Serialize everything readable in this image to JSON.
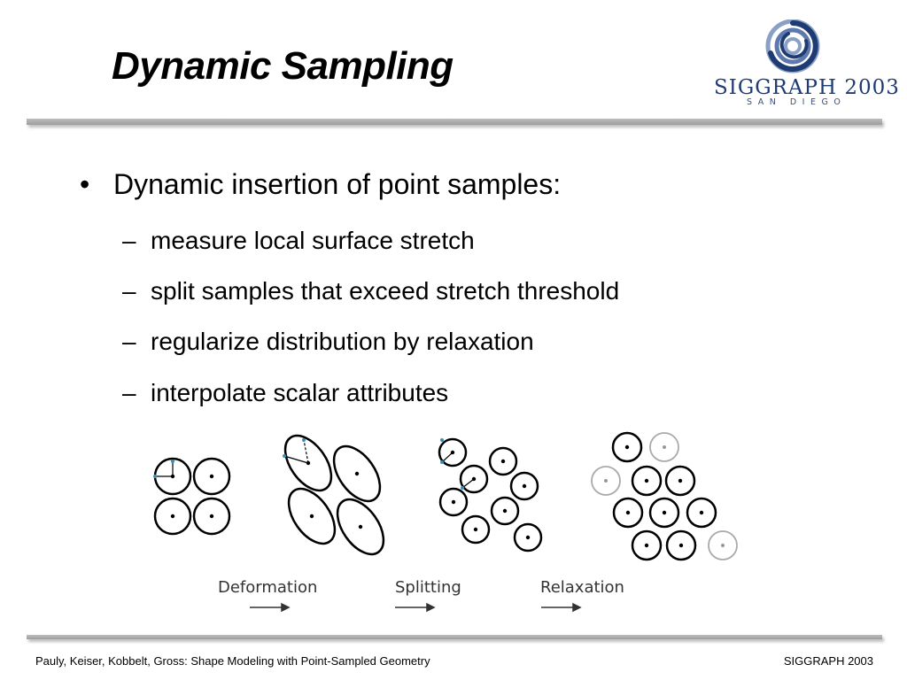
{
  "slide": {
    "title": "Dynamic Sampling",
    "bullet": {
      "marker": "•",
      "text": "Dynamic insertion of point samples:",
      "subitems": [
        "measure local surface stretch",
        "split samples that exceed stretch threshold",
        "regularize distribution by relaxation",
        "interpolate scalar attributes"
      ],
      "sub_marker": "–"
    }
  },
  "logo": {
    "word_left": "SIGGRAPH 2",
    "word_o": "0",
    "word_right": "03",
    "sub": "SAN DIEGO",
    "icon": "siggraph-swirl-icon"
  },
  "figure": {
    "labels": [
      "Deformation",
      "Splitting",
      "Relaxation"
    ],
    "arrow_icon": "right-arrow-icon"
  },
  "footer": {
    "left": "Pauly, Keiser, Kobbelt, Gross: Shape Modeling with Point-Sampled Geometry",
    "right": "SIGGRAPH 2003"
  },
  "colors": {
    "logo_blue": "#1f3b73",
    "rule_gray": "#a8a8a8",
    "light_circle": "#aaaaaa"
  }
}
